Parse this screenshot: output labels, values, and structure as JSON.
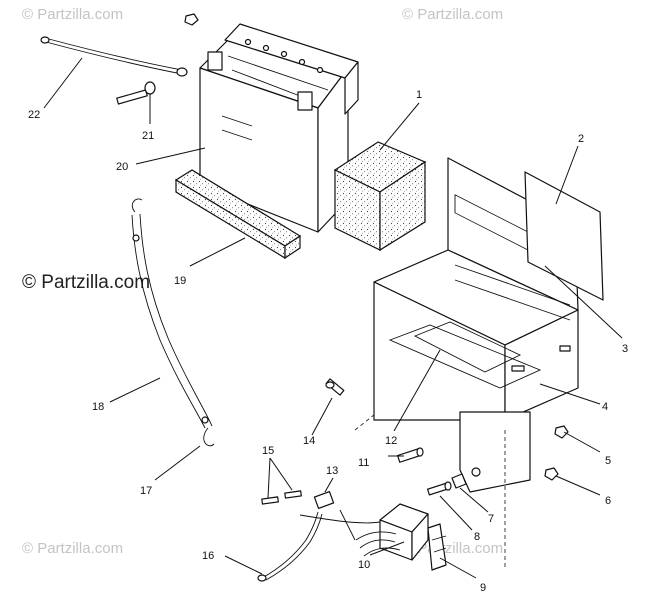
{
  "watermark": {
    "brand": "© Partzilla.com",
    "main": "© Partzilla.com"
  },
  "callouts": [
    {
      "n": "1"
    },
    {
      "n": "2"
    },
    {
      "n": "3"
    },
    {
      "n": "4"
    },
    {
      "n": "5"
    },
    {
      "n": "6"
    },
    {
      "n": "7"
    },
    {
      "n": "8"
    },
    {
      "n": "9"
    },
    {
      "n": "10"
    },
    {
      "n": "11"
    },
    {
      "n": "12"
    },
    {
      "n": "13"
    },
    {
      "n": "14"
    },
    {
      "n": "15"
    },
    {
      "n": "16"
    },
    {
      "n": "17"
    },
    {
      "n": "18"
    },
    {
      "n": "19"
    },
    {
      "n": "20"
    },
    {
      "n": "21"
    },
    {
      "n": "22"
    }
  ]
}
